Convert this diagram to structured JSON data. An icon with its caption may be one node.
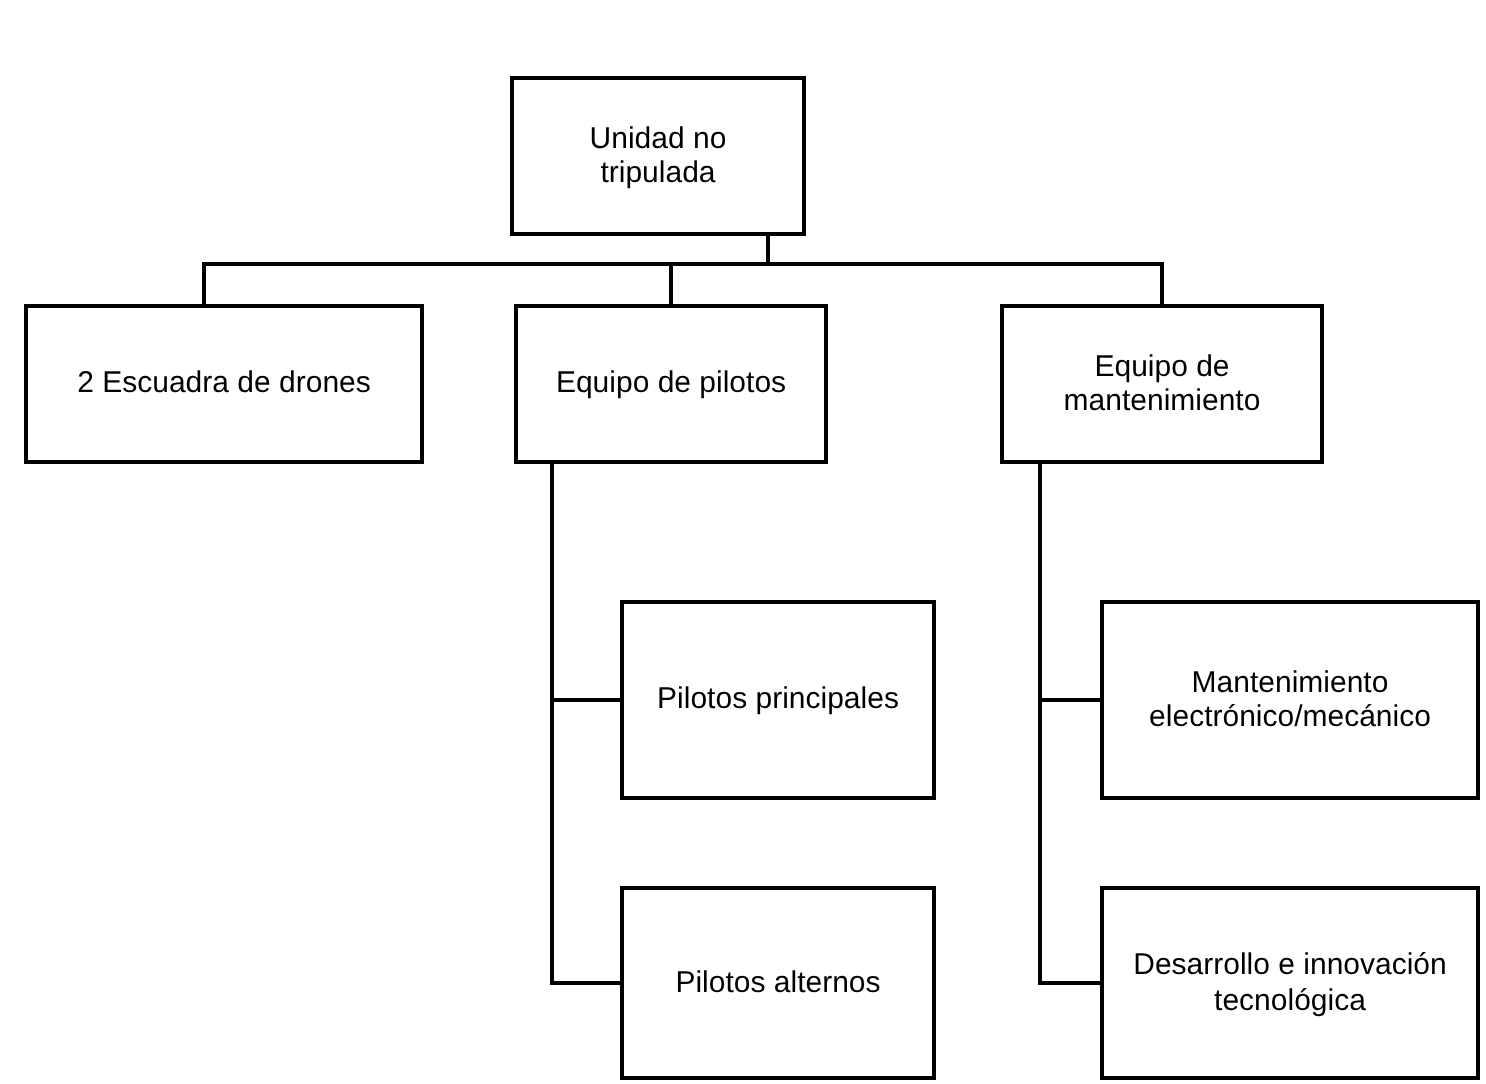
{
  "diagram": {
    "nodes": [
      {
        "text": [
          "Unidad no tripulada"
        ]
      },
      {
        "text": [
          "2 Escuadra de drones"
        ]
      },
      {
        "text": [
          "Equipo de pilotos"
        ]
      },
      {
        "text": [
          "Equipo de mantenimiento"
        ]
      },
      {
        "text": [
          "Pilotos principales"
        ]
      },
      {
        "text": [
          "Pilotos alternos"
        ]
      },
      {
        "text": [
          "Mantenimiento electrónico/mecánico"
        ]
      },
      {
        "text": [
          "Desarrollo e innovación tecnológica"
        ]
      }
    ],
    "edges": [
      {
        "from": 0,
        "to": 1,
        "arrow": "none"
      },
      {
        "from": 0,
        "to": 2,
        "arrow": "none"
      },
      {
        "from": 0,
        "to": 3,
        "arrow": "none"
      },
      {
        "from": 2,
        "to": 4,
        "arrow": "none"
      },
      {
        "from": 2,
        "to": 5,
        "arrow": "none"
      },
      {
        "from": 3,
        "to": 6,
        "arrow": "none"
      },
      {
        "from": 3,
        "to": 7,
        "arrow": "none"
      }
    ]
  }
}
